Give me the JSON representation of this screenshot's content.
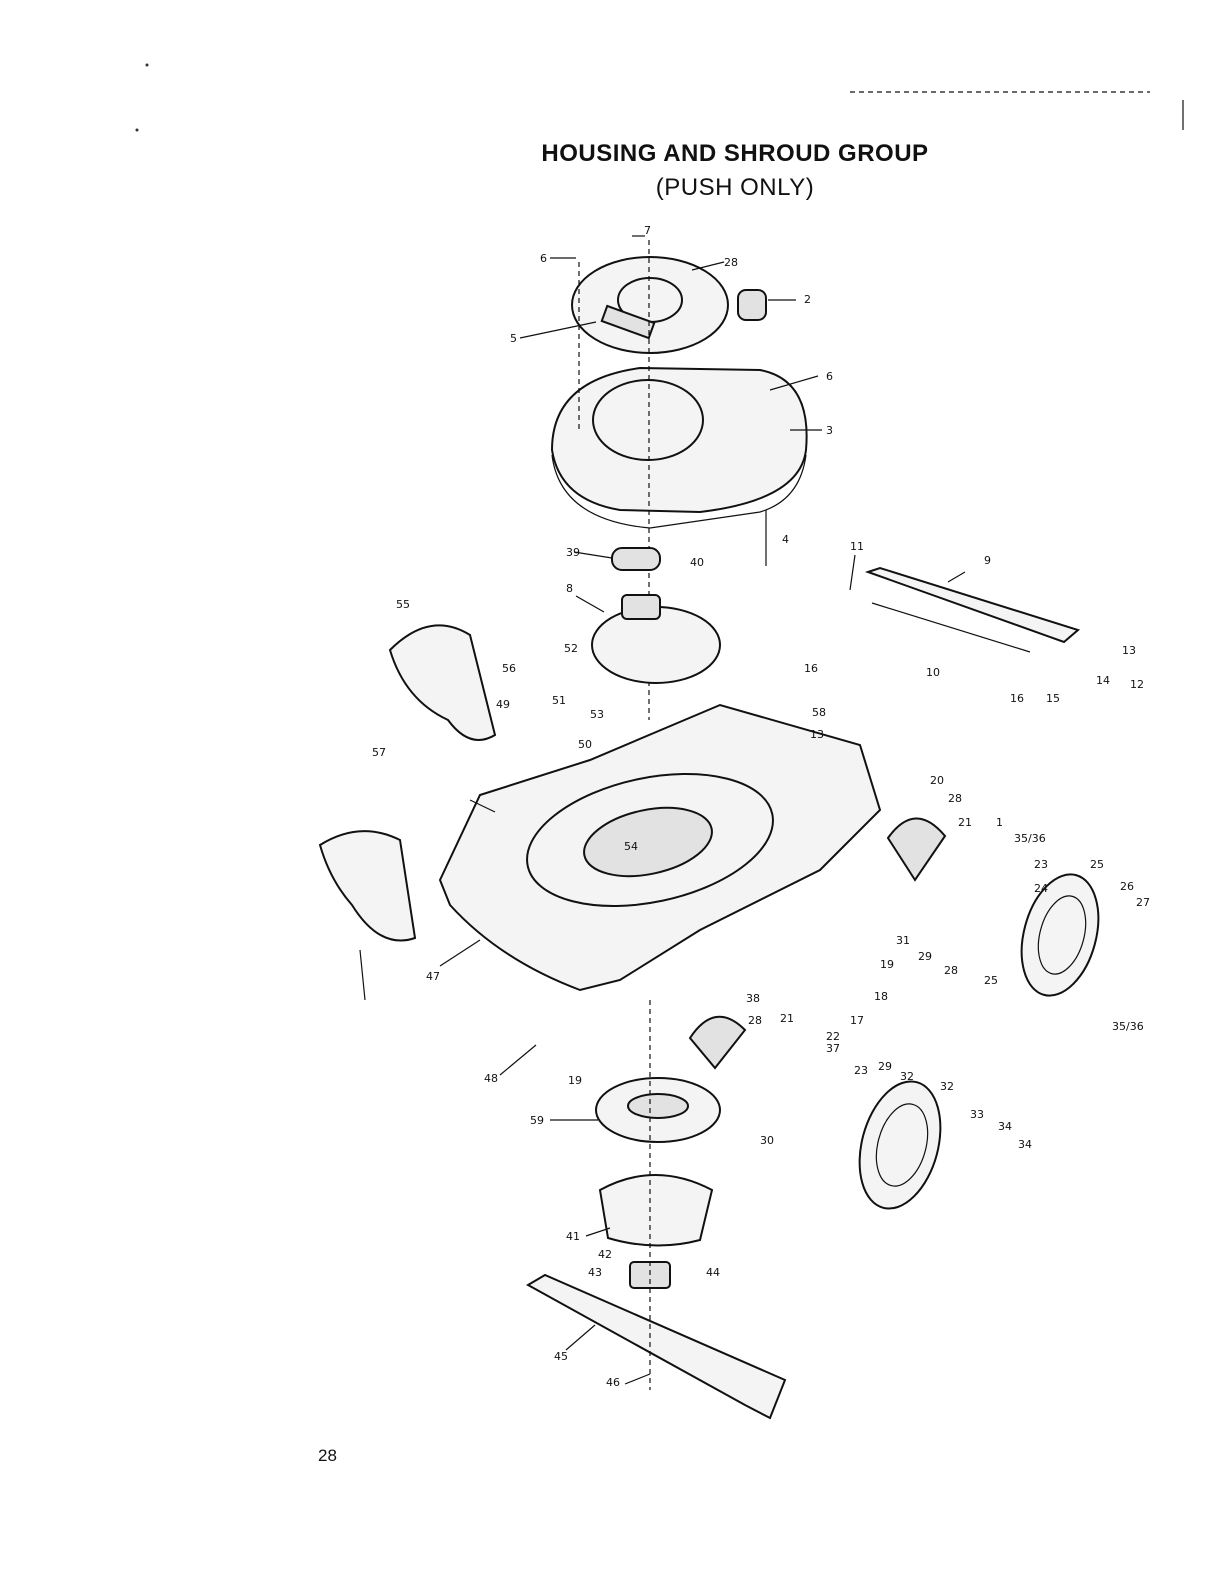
{
  "title": "HOUSING AND SHROUD GROUP",
  "subtitle": "(PUSH ONLY)",
  "page_number": "28",
  "callouts": [
    "1",
    "2",
    "3",
    "4",
    "5",
    "6",
    "6",
    "7",
    "8",
    "9",
    "10",
    "11",
    "12",
    "13",
    "13",
    "14",
    "15",
    "16",
    "16",
    "17",
    "18",
    "19",
    "19",
    "20",
    "21",
    "21",
    "22",
    "23",
    "23",
    "24",
    "25",
    "25",
    "26",
    "27",
    "28",
    "28",
    "28",
    "28",
    "29",
    "29",
    "30",
    "31",
    "32",
    "32",
    "33",
    "34",
    "34",
    "35/36",
    "35/36",
    "37",
    "38",
    "39",
    "40",
    "41",
    "42",
    "43",
    "44",
    "45",
    "46",
    "47",
    "48",
    "49",
    "50",
    "51",
    "52",
    "53",
    "54",
    "55",
    "56",
    "57",
    "58",
    "59"
  ]
}
